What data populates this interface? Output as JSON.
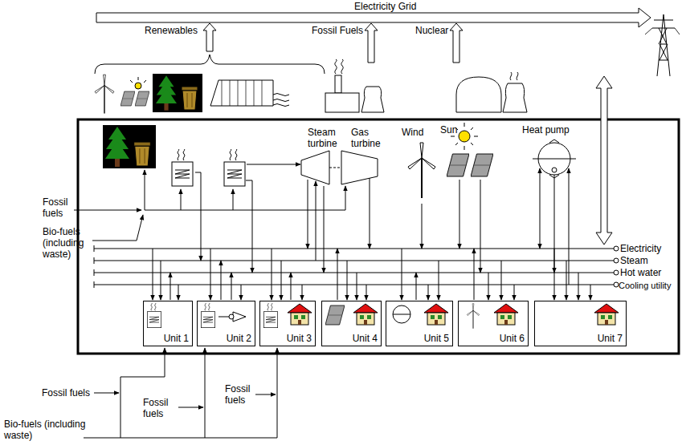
{
  "diagram": {
    "nodes": [
      {
        "text": [
          "Unit 1"
        ]
      },
      {
        "text": [
          "Unit 2"
        ]
      },
      {
        "text": [
          "Unit 3"
        ]
      },
      {
        "text": [
          "Unit 4"
        ]
      },
      {
        "text": [
          "Unit 5"
        ]
      },
      {
        "text": [
          "Unit 6"
        ]
      },
      {
        "text": [
          "Unit 7"
        ]
      }
    ],
    "labels": [
      "Electricity Grid",
      "Renewables",
      "Fossil Fuels",
      "Nuclear",
      "Steam turbine",
      "Gas turbine",
      "Wind",
      "Sun",
      "Heat pump",
      "Electricity",
      "Steam",
      "Hot water",
      "Cooling utility",
      "Fossil fuels",
      "Bio-fuels (including waste)",
      "Fossil fuels",
      "Fossil fuels",
      "Fossil fuels",
      "Bio-fuels (including waste)"
    ]
  }
}
